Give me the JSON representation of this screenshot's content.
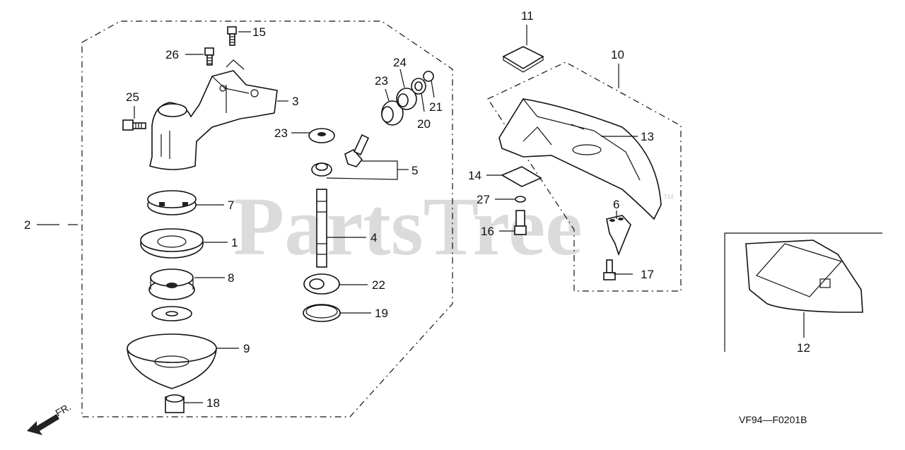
{
  "watermark": "PartsTree",
  "trademark": "TM",
  "diagram_code": "VF94—F0201B",
  "direction_label": "FR.",
  "callouts": {
    "c1": "1",
    "c2": "2",
    "c3": "3",
    "c4": "4",
    "c5": "5",
    "c6": "6",
    "c7": "7",
    "c8": "8",
    "c9": "9",
    "c10": "10",
    "c11": "11",
    "c12": "12",
    "c13": "13",
    "c14": "14",
    "c15": "15",
    "c16": "16",
    "c17": "17",
    "c18": "18",
    "c19": "19",
    "c20": "20",
    "c21": "21",
    "c22": "22",
    "c23a": "23",
    "c23b": "23",
    "c24": "24",
    "c25": "25",
    "c26": "26",
    "c27": "27"
  }
}
